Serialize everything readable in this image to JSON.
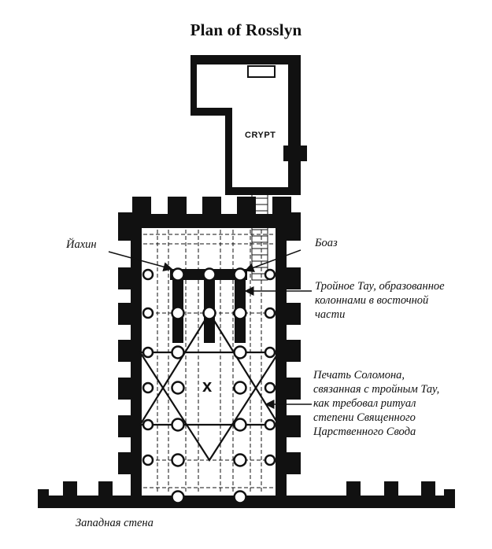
{
  "title": "Plan of Rosslyn",
  "crypt_label": "CRYPT",
  "center_mark": "x",
  "labels": {
    "jachin": "Йахин",
    "boaz": "Боаз",
    "triple_tau": [
      "Тройное Тау, образованное",
      "колоннами в восточной",
      "части"
    ],
    "seal": [
      "Печать Соломона,",
      "связанная с тройным Тау,",
      "как требовал ритуал",
      "степени Священного",
      "Царственного Свода"
    ],
    "west_wall": "Западная стена"
  }
}
